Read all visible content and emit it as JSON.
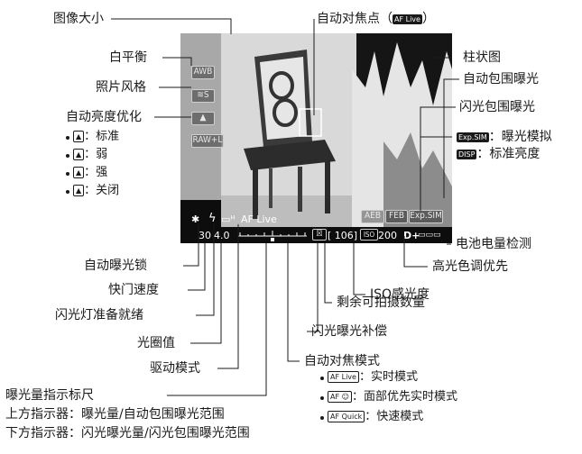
{
  "labels": {
    "image_size": "图像大小",
    "white_balance": "白平衡",
    "picture_style": "照片风格",
    "auto_lighting": "自动亮度优化",
    "alo_standard": "：标准",
    "alo_weak": "：弱",
    "alo_strong": "：强",
    "alo_off": "：关闭",
    "af_point": "自动对焦点（",
    "af_point_close": "）",
    "af_point_tag": "AF Live",
    "histogram": "柱状图",
    "aeb": "自动包围曝光",
    "feb": "闪光包围曝光",
    "exp_sim_tag": "Exp.SIM",
    "exp_sim": "：曝光模拟",
    "disp_tag": "DISP",
    "disp": "：标准亮度",
    "battery_check": "电池电量检测",
    "highlight_priority": "高光色调优先",
    "iso": "ISO感光度",
    "shots_remaining": "剩余可拍摄数量",
    "flash_exp_comp": "闪光曝光补偿",
    "af_mode": "自动对焦模式",
    "af_live_tag": "AF Live",
    "af_live_mode": "：实时模式",
    "af_face_tag": "AF ☺",
    "af_face_mode": "：面部优先实时模式",
    "af_quick_tag": "AF Quick",
    "af_quick_mode": "：快速模式",
    "ae_lock": "自动曝光锁",
    "shutter_speed": "快门速度",
    "flash_ready": "闪光灯准备就绪",
    "aperture": "光圈值",
    "drive_mode": "驱动模式",
    "exp_level_indicator": "曝光量指示标尺",
    "upper_indicator": "上方指示器：曝光量/自动包围曝光范围",
    "lower_indicator": "下方指示器：闪光曝光量/闪光包围曝光范围"
  },
  "lcd": {
    "awb": "AWB",
    "style": "≋S",
    "alo": "▲",
    "quality": "RAW+L",
    "aeb_tag": "AEB",
    "feb_tag": "FEB",
    "expsim_tag": "Exp.SIM",
    "ae_lock_sym": "✱",
    "flash_sym": "ϟ",
    "drive_sym": "▭ᴴ",
    "af_live": "AF Live",
    "shutter": "30",
    "aperture": "4.0",
    "scale": "-2..1..0..1..2",
    "flash_comp_sym": "☒",
    "shots": "[ 106]",
    "iso_tag": "ISO",
    "iso_value": "200",
    "highlight": "D+",
    "battery": "▭▭▭"
  }
}
